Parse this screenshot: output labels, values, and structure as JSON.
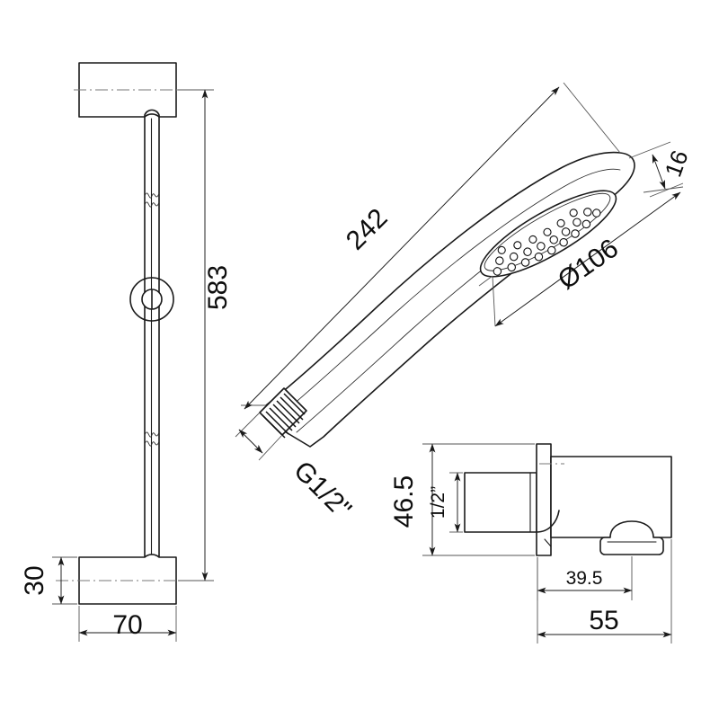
{
  "drawing": {
    "title": "Shower rail, handshower and wall outlet elbow technical drawing",
    "units": "mm",
    "line_color": "#1a1a1a",
    "background_color": "#ffffff"
  },
  "views": {
    "slide_rail": {
      "name": "Shower slide rail with sliding holder",
      "dimensions": {
        "overall_height": "583",
        "bracket_height": "30",
        "bracket_width": "70"
      }
    },
    "handshower": {
      "name": "Hand shower",
      "dimensions": {
        "length": "242",
        "head_diameter": "Ø106",
        "head_thickness": "16",
        "thread": "G1/2\""
      }
    },
    "wall_outlet": {
      "name": "Wall outlet elbow with hose connector",
      "dimensions": {
        "height": "46.5",
        "thread": "1/2”",
        "bracket_depth": "39.5",
        "overall_depth": "55"
      }
    }
  },
  "labels": {
    "rail_height": "583",
    "rail_bracket_height": "30",
    "rail_bracket_width": "70",
    "shower_length": "242",
    "head_thickness": "16",
    "head_diameter": "Ø106",
    "shower_thread": "G1/2\"",
    "outlet_height": "46.5",
    "outlet_thread": "1/2”",
    "outlet_depth_inner": "39.5",
    "outlet_depth_total": "55"
  }
}
